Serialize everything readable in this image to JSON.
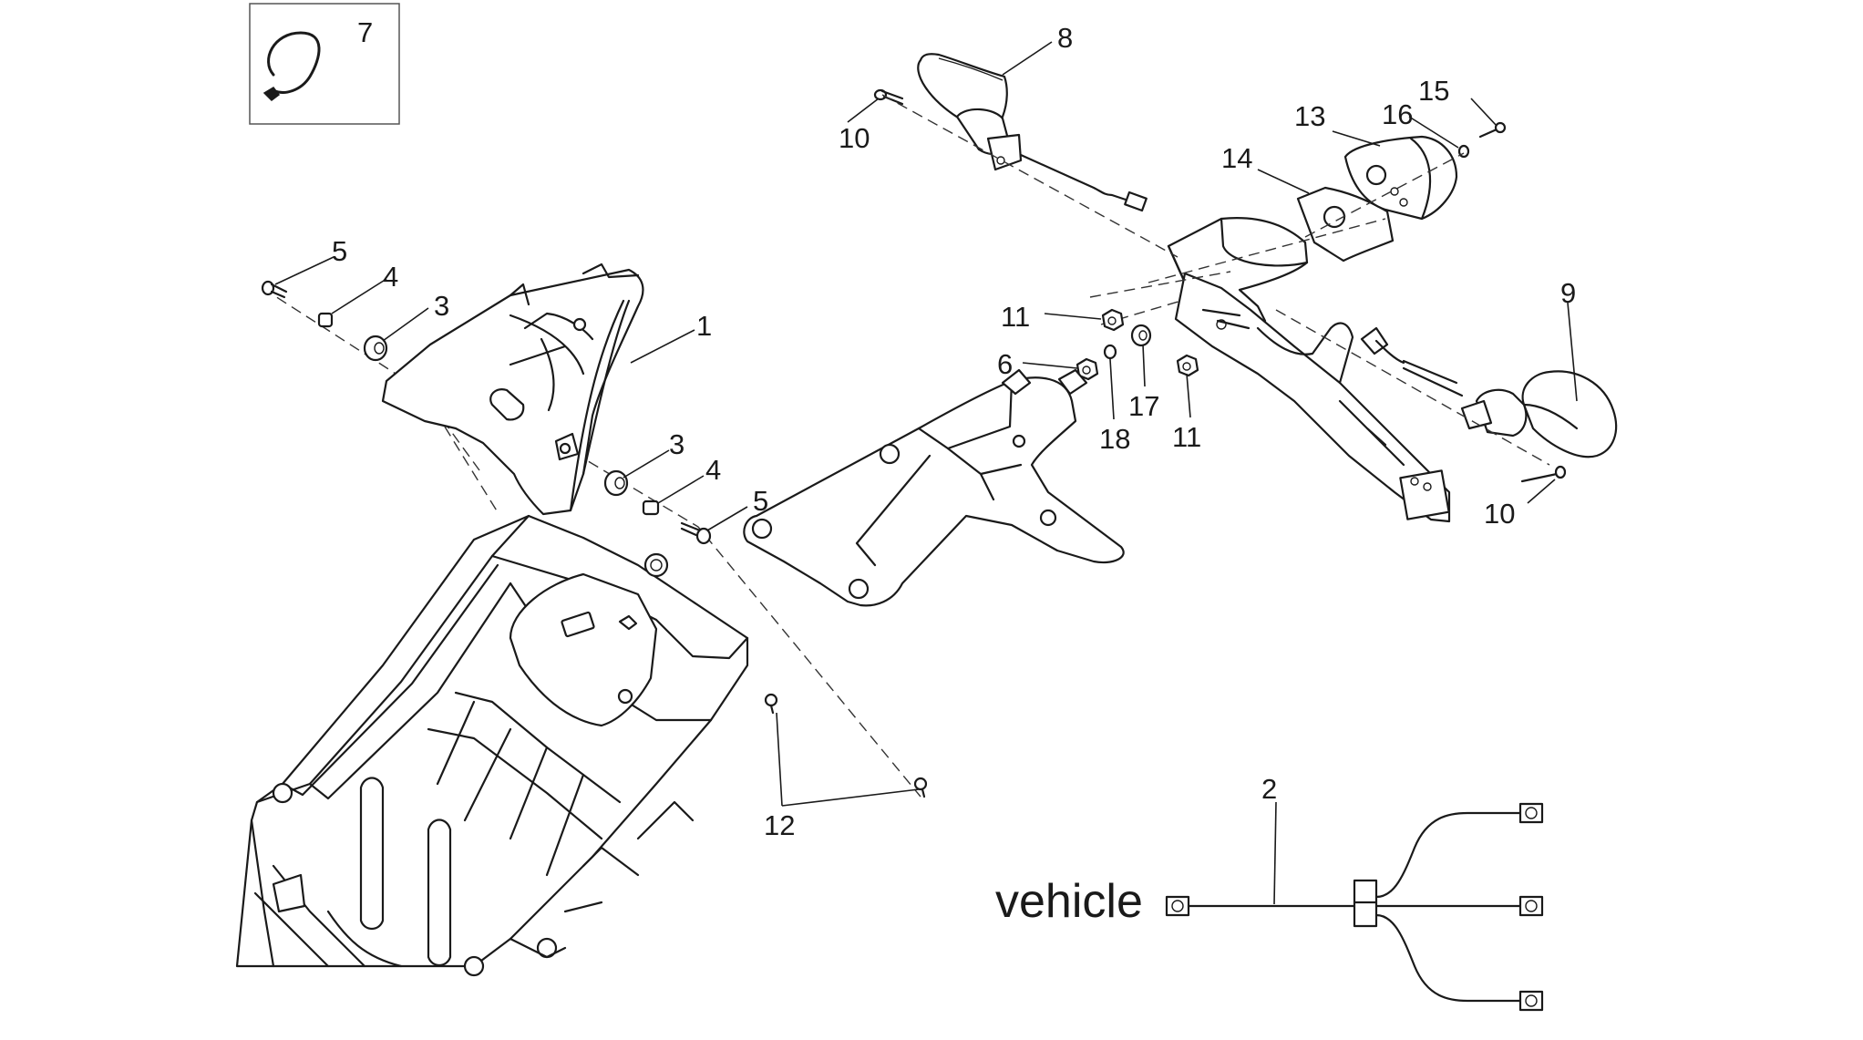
{
  "callouts": {
    "c1": "1",
    "c2": "2",
    "c3a": "3",
    "c3b": "3",
    "c4a": "4",
    "c4b": "4",
    "c5a": "5",
    "c5b": "5",
    "c6": "6",
    "c7": "7",
    "c8": "8",
    "c9": "9",
    "c10a": "10",
    "c10b": "10",
    "c11a": "11",
    "c11b": "11",
    "c12": "12",
    "c13": "13",
    "c14": "14",
    "c15": "15",
    "c16": "16",
    "c17": "17",
    "c18": "18"
  },
  "wiring": {
    "vehicle_label": "vehicle"
  },
  "icons": {
    "kit_symbol": "wire-clip-icon"
  }
}
